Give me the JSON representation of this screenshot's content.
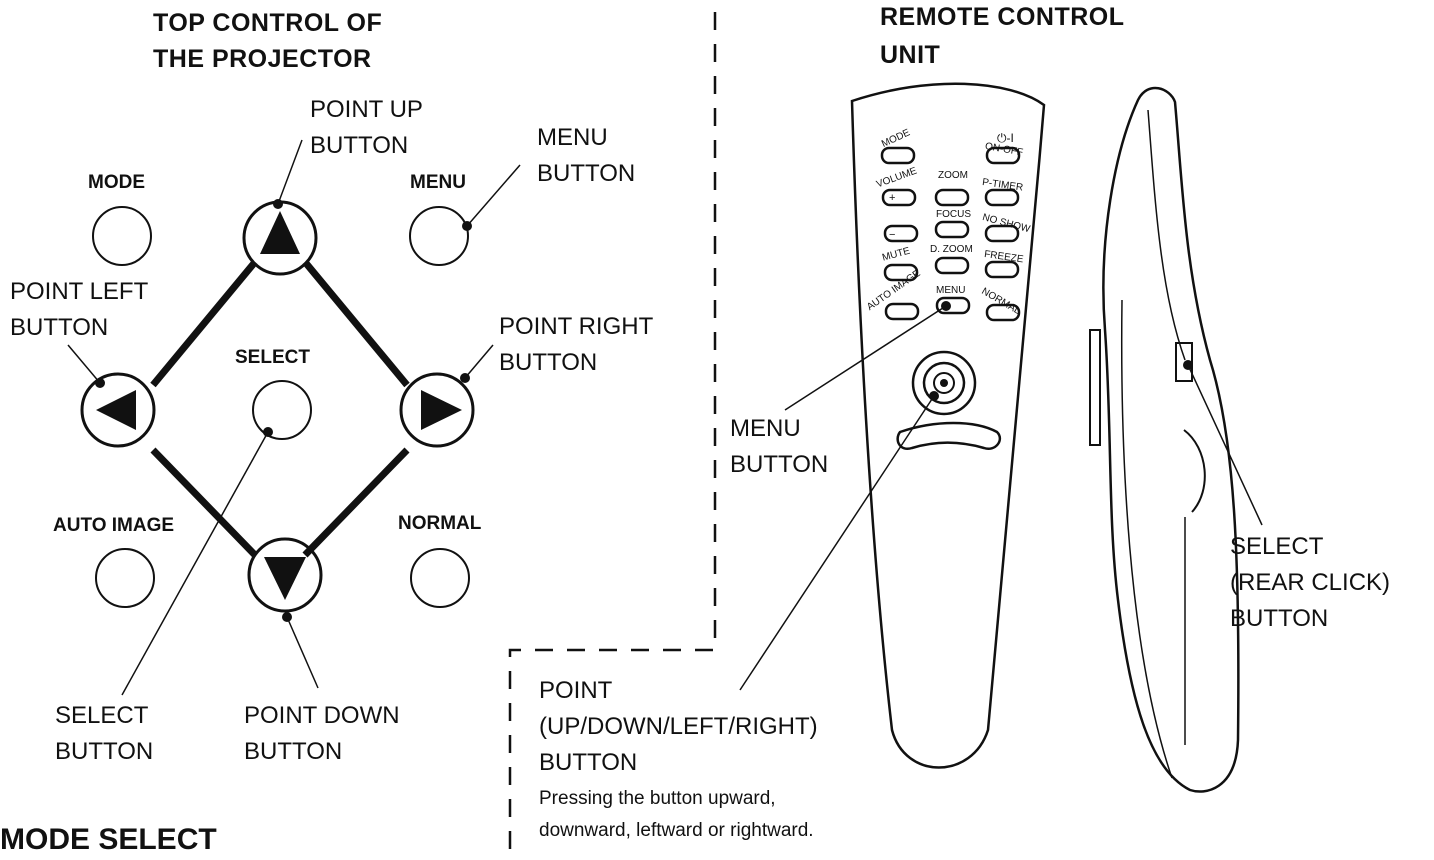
{
  "projector": {
    "heading_line1": "TOP CONTROL OF",
    "heading_line2": "THE PROJECTOR",
    "buttons": {
      "mode": "MODE",
      "menu": "MENU",
      "select": "SELECT",
      "auto_image": "AUTO IMAGE",
      "normal": "NORMAL"
    },
    "callouts": {
      "point_up": [
        "POINT UP",
        "BUTTON"
      ],
      "menu": [
        "MENU",
        "BUTTON"
      ],
      "point_left": [
        "POINT LEFT",
        "BUTTON"
      ],
      "point_right": [
        "POINT RIGHT",
        "BUTTON"
      ],
      "select": [
        "SELECT",
        "BUTTON"
      ],
      "point_down": [
        "POINT DOWN",
        "BUTTON"
      ]
    }
  },
  "remote": {
    "heading_line1": "REMOTE CONTROL",
    "heading_line2": "UNIT",
    "keys": {
      "mode": "MODE",
      "on_off": "ON-OFF",
      "volume": "VOLUME",
      "zoom": "ZOOM",
      "p_timer": "P-TIMER",
      "focus": "FOCUS",
      "no_show": "NO SHOW",
      "mute": "MUTE",
      "d_zoom": "D. ZOOM",
      "freeze": "FREEZE",
      "auto_image": "AUTO IMAGE",
      "menu": "MENU",
      "normal": "NORMAL"
    },
    "callouts": {
      "menu": [
        "MENU",
        "BUTTON"
      ],
      "select_rear": [
        "SELECT",
        "(REAR CLICK)",
        "BUTTON"
      ],
      "point": [
        "POINT",
        "(UP/DOWN/LEFT/RIGHT)",
        "BUTTON"
      ]
    },
    "point_note_line1": "Pressing the button upward,",
    "point_note_line2": "downward, leftward or rightward."
  },
  "section_heading": "MODE SELECT"
}
